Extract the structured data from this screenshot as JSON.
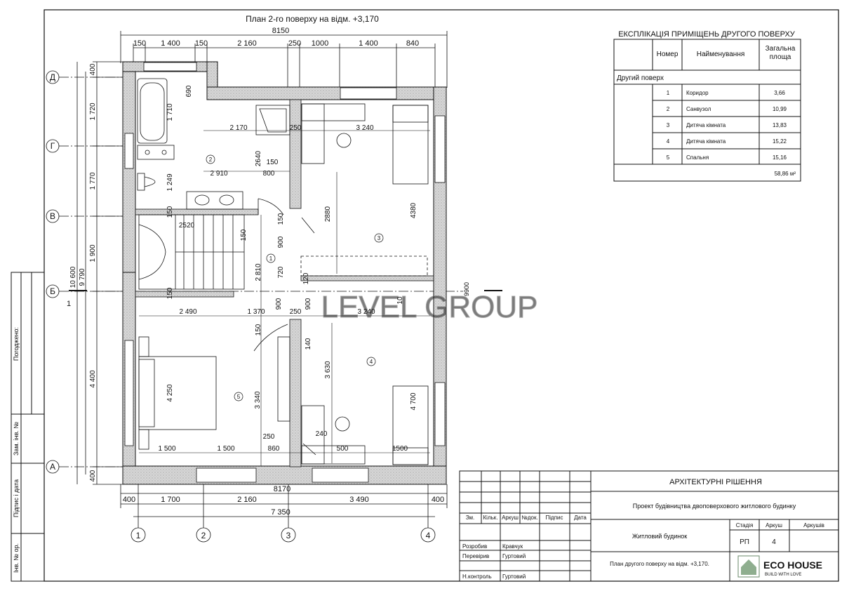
{
  "plan_title": "План 2-го поверху на відм. +3,170",
  "overall_top": "8150",
  "overall_bottom": "8170",
  "overall_bottom2": "7 350",
  "overall_right": "9900",
  "overall_left": "10 600",
  "left_inner": "9 790",
  "top_dims": [
    "150",
    "1 400",
    "150",
    "2 160",
    "250",
    "1000",
    "1 400",
    "840"
  ],
  "bottom_dims": [
    "400",
    "1 700",
    "2 160",
    "3 490",
    "400"
  ],
  "left_dims": [
    "400",
    "1 720",
    "1 770",
    "1 900",
    "4 400",
    "400"
  ],
  "interior_dims": {
    "d690": "690",
    "d1710": "1 710",
    "d2170": "2 170",
    "d250a": "250",
    "d3240a": "3 240",
    "d2640": "2640",
    "d150a": "150",
    "d2910": "2 910",
    "d800": "800",
    "d1249": "1 249",
    "d150b": "150",
    "d2520": "2520",
    "d150c": "150",
    "d150d": "150",
    "d900a": "900",
    "d2880": "2880",
    "d4380": "4380",
    "d720": "720",
    "d2810": "2 810",
    "d120": "120",
    "d150e": "150",
    "d2490": "2 490",
    "d1370": "1 370",
    "d900b": "900",
    "d250b": "250",
    "d3240b": "3 240",
    "d900c": "900",
    "d10": "10",
    "d140": "140",
    "d3630": "3 630",
    "d4250": "4 250",
    "d3340": "3 340",
    "d150f": "150",
    "d4700": "4 700",
    "d250c": "250",
    "d240": "240",
    "d1500a": "1 500",
    "d1500b": "1 500",
    "d860": "860",
    "d500": "500",
    "d1500c": "1500"
  },
  "room_numbers": [
    "1",
    "2",
    "3",
    "4",
    "5"
  ],
  "axes_rows": [
    "Д",
    "Г",
    "В",
    "Б",
    "А"
  ],
  "axes_cols": [
    "1",
    "2",
    "3",
    "4"
  ],
  "side_mark": "1",
  "watermark": "LEVEL GROUP",
  "explication": {
    "title": "ЕКСПЛІКАЦІЯ ПРИМІЩЕНЬ ДРУГОГО ПОВЕРХУ",
    "headers": [
      "Номер",
      "Найменування",
      "Загальна площа"
    ],
    "section": "Другий поверх",
    "rows": [
      {
        "num": "1",
        "name": "Коридор",
        "area": "3,66"
      },
      {
        "num": "2",
        "name": "Санвузол",
        "area": "10,99"
      },
      {
        "num": "3",
        "name": "Дитяча кімната",
        "area": "13,83"
      },
      {
        "num": "4",
        "name": "Дитяча кімната",
        "area": "15,22"
      },
      {
        "num": "5",
        "name": "Спальня",
        "area": "15,16"
      }
    ],
    "total": "58,86 м²"
  },
  "stamp": {
    "section_title": "АРХІТЕКТУРНІ РІШЕННЯ",
    "project": "Проект будівництва двоповерхового житлового будинку",
    "col_headers": [
      "Зм.",
      "Кільк.",
      "Аркуш",
      "№док.",
      "Підпис",
      "Дата"
    ],
    "object": "Житловий будинок",
    "stage_headers": [
      "Стадія",
      "Аркуш",
      "Аркушів"
    ],
    "stage": "РП",
    "sheet": "4",
    "sheets": "",
    "drawing": "План другого поверху на відм. +3,170.",
    "roles": [
      {
        "role": "Розробив",
        "name": "Кравчук"
      },
      {
        "role": "Перевірив",
        "name": "Гуртовий"
      },
      {
        "role": "",
        "name": ""
      },
      {
        "role": "Н.контроль",
        "name": "Гуртовий"
      }
    ],
    "logo": "ECO HOUSE",
    "logo_tag": "BUILD WITH LOVE"
  },
  "side_labels": [
    "Погоджено:",
    "Зам. інв. №",
    "Підпис і дата",
    "Інв. № ор."
  ],
  "colors": {
    "line": "#111111",
    "wall_fill": "#d9d9d9",
    "accent": "#222222"
  }
}
